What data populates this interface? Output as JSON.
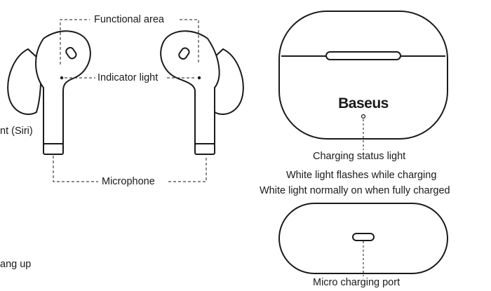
{
  "labels": {
    "functional_area": "Functional area",
    "indicator_light": "Indicator light",
    "siri_fragment": "nt (Siri)",
    "microphone": "Microphone",
    "hang_up_fragment": "ang up",
    "brand": "Baseus",
    "charging_status_light": "Charging status light",
    "charging_desc_1": "White light flashes while charging",
    "charging_desc_2": "White light normally on when fully charged",
    "micro_charging_port": "Micro charging port"
  },
  "colors": {
    "line": "#1a1a1a",
    "background": "#ffffff"
  }
}
